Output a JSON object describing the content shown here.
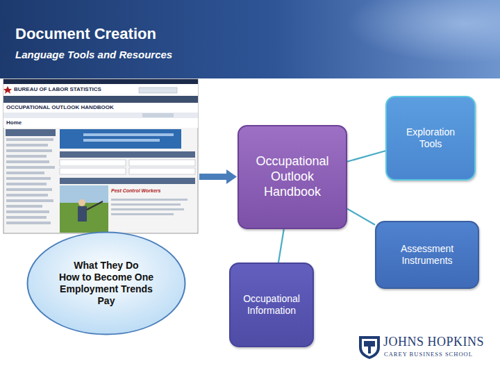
{
  "diagram": {
    "title": "Document Creation",
    "nodes": [
      {
        "text": [
          "Exploration Tools"
        ]
      },
      {
        "text": [
          "Occupational Outlook Handbook"
        ]
      },
      {
        "text": [
          "Assessment Instruments"
        ]
      },
      {
        "text": [
          "What They Do",
          "How to Become One",
          "Employment Trends",
          "Pay"
        ]
      },
      {
        "text": [
          "Occupational Information"
        ]
      }
    ],
    "edges": [
      {
        "from": 1,
        "to": 0,
        "arrow": "none"
      },
      {
        "from": 1,
        "to": 2,
        "arrow": "none"
      },
      {
        "from": 1,
        "to": 4,
        "arrow": "none"
      }
    ],
    "labels": [
      "Language Tools and Resources",
      "BUREAU OF LABOR STATISTICS",
      "OCCUPATIONAL OUTLOOK HANDBOOK",
      "Home",
      "Pest Control Workers",
      "JOHNS HOPKINS",
      "CAREY BUSINESS SCHOOL"
    ]
  }
}
